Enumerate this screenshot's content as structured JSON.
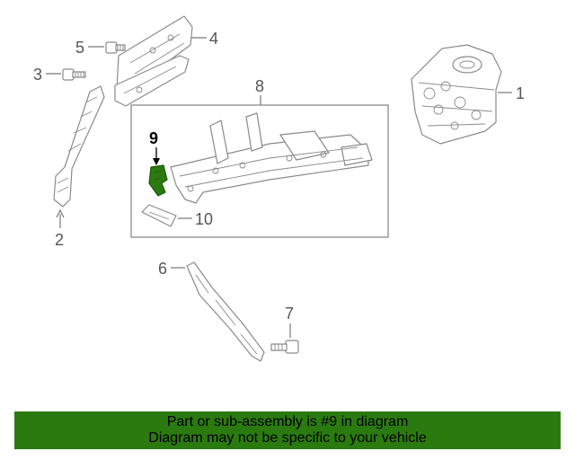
{
  "callouts": {
    "c1": "1",
    "c2": "2",
    "c3": "3",
    "c4": "4",
    "c5": "5",
    "c6": "6",
    "c7": "7",
    "c8": "8",
    "c9": "9",
    "c10": "10"
  },
  "highlight": {
    "part_number": "9",
    "color": "#2b7a10"
  },
  "banner": {
    "line1": "Part or sub-assembly is #9 in diagram",
    "line2": "Diagram may not be specific to your vehicle",
    "background": "#2b7a10"
  }
}
